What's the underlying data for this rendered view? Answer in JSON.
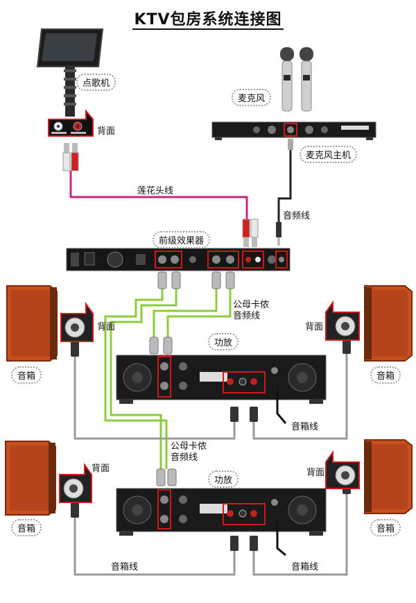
{
  "title": "KTV包房系统连接图",
  "labels": {
    "karaoke_player": "点歌机",
    "back_1": "背面",
    "microphone": "麦克风",
    "mic_receiver": "麦克风主机",
    "rca_cable": "莲花头线",
    "audio_cable": "音频线",
    "preamp_effector": "前级效果器",
    "xlr_audio_cable_1": "公母卡侬\n音频线",
    "amplifier_1": "功放",
    "speaker_top_left": "音箱",
    "speaker_top_right": "音箱",
    "back_top_left": "背面",
    "back_top_right": "背面",
    "speaker_cable_1": "音箱线",
    "xlr_audio_cable_2": "公母卡侬\n音频线",
    "amplifier_2": "功放",
    "speaker_bottom_left": "音箱",
    "speaker_bottom_right": "音箱",
    "back_bottom_left": "背面",
    "back_bottom_right": "背面",
    "speaker_cable_2": "音箱线",
    "speaker_cable_3": "音箱线"
  },
  "colors": {
    "rca_line": "#c8287a",
    "xlr_line": "#8ccc3a",
    "speaker_line": "#9a9a9a",
    "audio_line": "#222222",
    "highlight": "#d01818",
    "speaker_wood": "#c8501e",
    "device_body": "#1a1a1a"
  }
}
